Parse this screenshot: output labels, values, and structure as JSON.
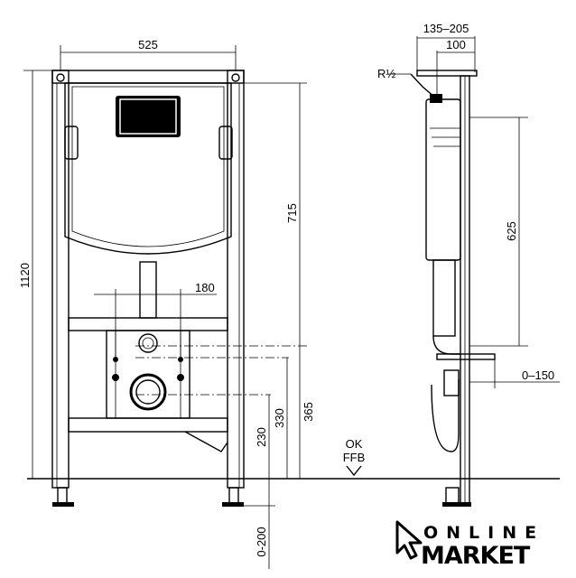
{
  "front_view": {
    "width_label": "525",
    "height_label": "1120",
    "cistern_height_label": "715",
    "bolt_spacing_label": "180",
    "drain_height_label": "365",
    "supply_height_label": "330",
    "outlet_height_label": "230",
    "foot_adjust_label": "0-200"
  },
  "floor": {
    "line1": "OK",
    "line2": "FFB"
  },
  "side_view": {
    "depth_label": "135–205",
    "depth2_label": "100",
    "thread_label": "R½",
    "height_label": "625",
    "offset_label": "0–150"
  },
  "logo": {
    "line1": "ONLINE",
    "line2": "MARKET",
    "icon": "cursor-arrow-icon"
  }
}
